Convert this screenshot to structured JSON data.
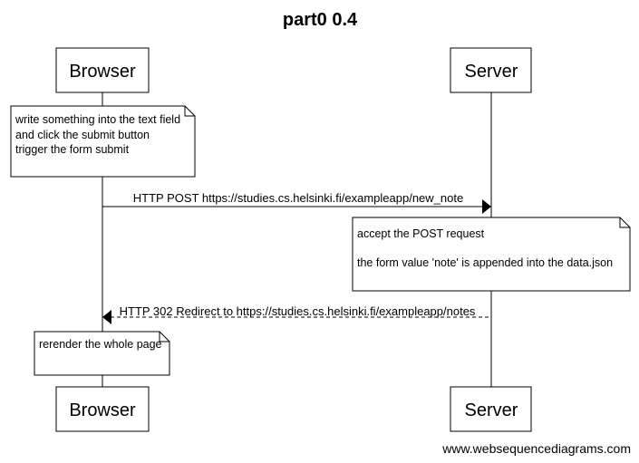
{
  "diagram": {
    "title": "part0 0.4",
    "participants": [
      {
        "id": "browser",
        "name": "Browser"
      },
      {
        "id": "server",
        "name": "Server"
      }
    ],
    "notes": [
      {
        "over": "browser",
        "lines": [
          "write something into the text field",
          "and click the submit button",
          "trigger the form submit"
        ]
      },
      {
        "over": "server",
        "lines": [
          "accept the POST request",
          "",
          "the form value 'note' is appended into the data.json"
        ]
      },
      {
        "over": "browser",
        "lines": [
          "rerender the whole page"
        ]
      }
    ],
    "messages": [
      {
        "from": "browser",
        "to": "server",
        "style": "solid",
        "label": "HTTP POST https://studies.cs.helsinki.fi/exampleapp/new_note"
      },
      {
        "from": "server",
        "to": "browser",
        "style": "dashed",
        "label": "HTTP 302 Redirect to https://studies.cs.helsinki.fi/exampleapp/notes"
      }
    ],
    "footer": "www.websequencediagrams.com"
  }
}
